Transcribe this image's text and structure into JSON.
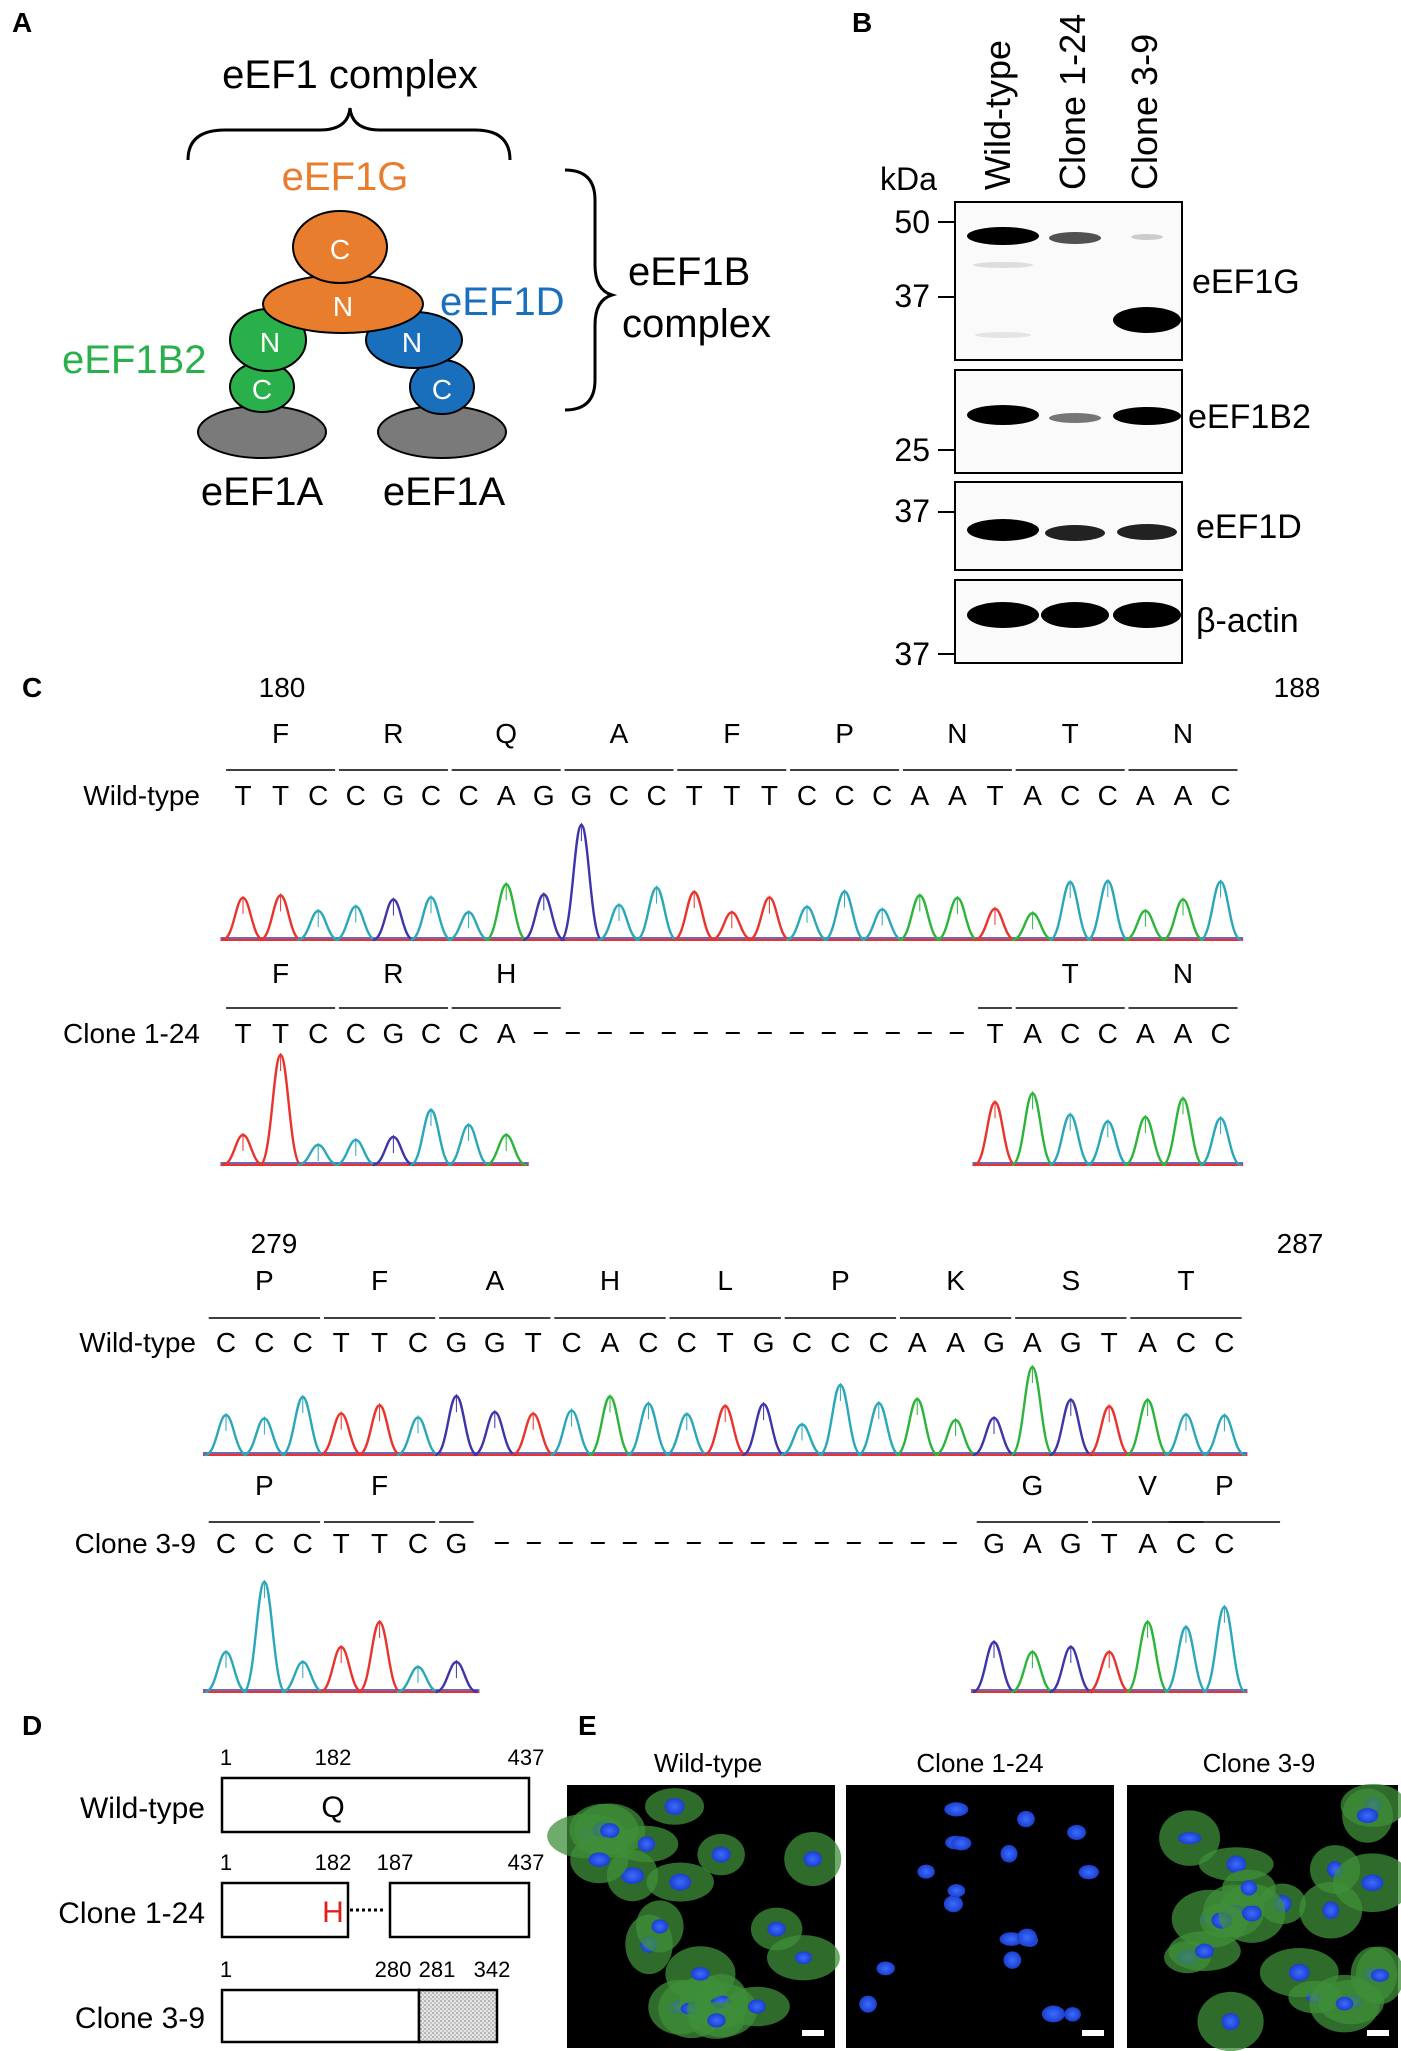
{
  "panels": {
    "A": {
      "letter": "A",
      "complex_label": "eEF1 complex",
      "eEF1G": "eEF1G",
      "eEF1D": "eEF1D",
      "eEF1B2": "eEF1B2",
      "eEF1B_line1": "eEF1B",
      "eEF1B_line2": "complex",
      "eEF1A_left": "eEF1A",
      "eEF1A_right": "eEF1A",
      "domain_C": "C",
      "domain_N": "N",
      "colors": {
        "eEF1G": "#e87d2e",
        "eEF1B2": "#29b04b",
        "eEF1D": "#1a6fbd",
        "eEF1A": "#7a7a7a"
      }
    },
    "B": {
      "letter": "B",
      "lanes": [
        "Wild-type",
        "Clone 1-24",
        "Clone 3-9"
      ],
      "kda_label": "kDa",
      "blots": [
        {
          "protein": "eEF1G",
          "markers": [
            "50",
            "37"
          ]
        },
        {
          "protein": "eEF1B2",
          "markers": [
            "25"
          ]
        },
        {
          "protein": "eEF1D",
          "markers": [
            "37"
          ]
        },
        {
          "protein": "β-actin",
          "markers": [
            "37"
          ]
        }
      ]
    },
    "C": {
      "letter": "C",
      "blocks": [
        {
          "start_pos": "180",
          "end_pos": "188",
          "wt_label": "Wild-type",
          "wt_aa": [
            "F",
            "R",
            "Q",
            "A",
            "F",
            "P",
            "N",
            "T",
            "N"
          ],
          "wt_nt": [
            "T",
            "T",
            "C",
            "C",
            "G",
            "C",
            "C",
            "A",
            "G",
            "G",
            "C",
            "C",
            "T",
            "T",
            "T",
            "C",
            "C",
            "C",
            "A",
            "A",
            "T",
            "A",
            "C",
            "C",
            "A",
            "A",
            "C"
          ],
          "mut_label": "Clone 1-24",
          "mut_aa_left": [
            "F",
            "R",
            "H"
          ],
          "mut_aa_right": [
            "T",
            "N"
          ],
          "mut_nt_left": [
            "T",
            "T",
            "C",
            "C",
            "G",
            "C",
            "C",
            "A"
          ],
          "mut_nt_right": [
            "T",
            "A",
            "C",
            "C",
            "A",
            "A",
            "C"
          ]
        },
        {
          "start_pos": "279",
          "end_pos": "287",
          "wt_label": "Wild-type",
          "wt_aa": [
            "P",
            "F",
            "A",
            "H",
            "L",
            "P",
            "K",
            "S",
            "T"
          ],
          "wt_nt": [
            "C",
            "C",
            "C",
            "T",
            "T",
            "C",
            "G",
            "G",
            "T",
            "C",
            "A",
            "C",
            "C",
            "T",
            "G",
            "C",
            "C",
            "C",
            "A",
            "A",
            "G",
            "A",
            "G",
            "T",
            "A",
            "C",
            "C"
          ],
          "mut_label": "Clone 3-9",
          "mut_aa_left": [
            "P",
            "F"
          ],
          "mut_aa_right": [
            "G",
            "V",
            "P"
          ],
          "mut_nt_left": [
            "C",
            "C",
            "C",
            "T",
            "T",
            "C",
            "G"
          ],
          "mut_nt_right": [
            "G",
            "A",
            "G",
            "T",
            "A",
            "C",
            "C"
          ]
        }
      ],
      "trace_colors": {
        "A": "#2db43c",
        "C": "#2aa7b8",
        "G": "#3d35a8",
        "T": "#e8342c"
      }
    },
    "D": {
      "letter": "D",
      "rows": [
        {
          "label": "Wild-type",
          "pos_start": "1",
          "pos_mid": "182",
          "pos_end": "437",
          "residue": "Q"
        },
        {
          "label": "Clone 1-24",
          "pos_start": "1",
          "pos_mid": "182",
          "pos_gap": "187",
          "pos_end": "437",
          "residue": "H"
        },
        {
          "label": "Clone 3-9",
          "pos_start": "1",
          "pos_a": "280",
          "pos_b": "281",
          "pos_end": "342"
        }
      ],
      "mutant_residue_color": "#e02020"
    },
    "E": {
      "letter": "E",
      "images": [
        "Wild-type",
        "Clone 1-24",
        "Clone 3-9"
      ],
      "image_descriptions": [
        "Confocal image: green cytoplasmic staining with blue nuclei",
        "Confocal image: blue nuclei with almost no green staining",
        "Confocal image: green cytoplasmic staining with blue nuclei"
      ]
    }
  }
}
